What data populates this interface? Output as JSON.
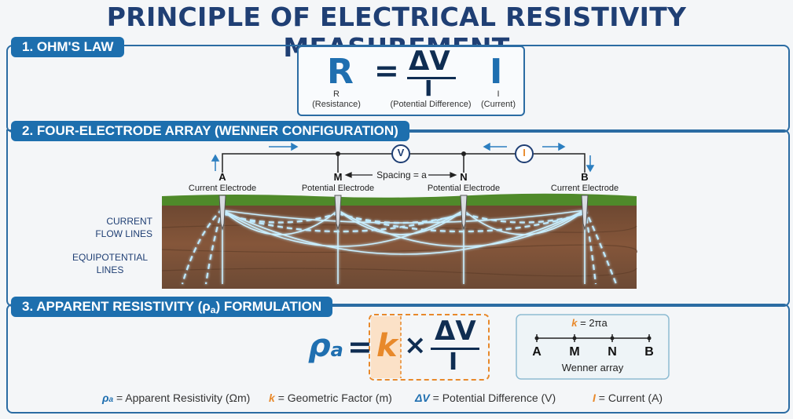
{
  "title": "PRINCIPLE OF ELECTRICAL RESISTIVITY MEASUREMENT",
  "sections": {
    "s1": "1. OHM'S LAW",
    "s2": "2. FOUR-ELECTRODE ARRAY (WENNER CONFIGURATION)",
    "s3_pre": "3. APPARENT RESISTIVITY (ρ",
    "s3_sub": "a",
    "s3_post": ") FORMULATION"
  },
  "ohm": {
    "R": "R",
    "eq": "=",
    "dV": "ΔV",
    "I_den": "I",
    "I": "I",
    "R_small": "R",
    "R_desc": "(Resistance)",
    "dV_desc": "(Potential Difference)",
    "I_small": "I",
    "I_desc": "(Current)"
  },
  "wenner": {
    "V": "V",
    "I": "I",
    "spacing": "Spacing = a",
    "electrodes": [
      {
        "letter": "A",
        "label": "Current Electrode"
      },
      {
        "letter": "M",
        "label": "Potential Electrode"
      },
      {
        "letter": "N",
        "label": "Potential Electrode"
      },
      {
        "letter": "B",
        "label": "Current Electrode"
      }
    ],
    "current_flow": [
      "CURRENT",
      "FLOW LINES"
    ],
    "equipotential": [
      "EQUIPOTENTIAL",
      "LINES"
    ]
  },
  "formula": {
    "rho": "ρ",
    "rho_sub": "a",
    "eq": "=",
    "k": "k",
    "times": "×",
    "dV": "ΔV",
    "I": "I"
  },
  "inset": {
    "k_label": "k",
    "k_eq": "= 2πa",
    "letters": [
      "A",
      "M",
      "N",
      "B"
    ],
    "caption": "Wenner array"
  },
  "legend": [
    {
      "sym": "ρ",
      "sub": "a",
      "text": "= Apparent Resistivity (Ωm)",
      "color": "#1f6fb0"
    },
    {
      "sym": "k",
      "sub": "",
      "text": "= Geometric Factor (m)",
      "color": "#e8892b"
    },
    {
      "sym": "ΔV",
      "sub": "",
      "text": "= Potential Difference (V)",
      "color": "#1f6fb0"
    },
    {
      "sym": "I",
      "sub": "",
      "text": "= Current (A)",
      "color": "#e8892b"
    }
  ],
  "colors": {
    "accent": "#1d6fae",
    "orange": "#e8892b",
    "navy": "#0f2d52",
    "soil": "#7a5036",
    "grass": "#4f8a2a",
    "field_lines": "#bfeaff"
  }
}
